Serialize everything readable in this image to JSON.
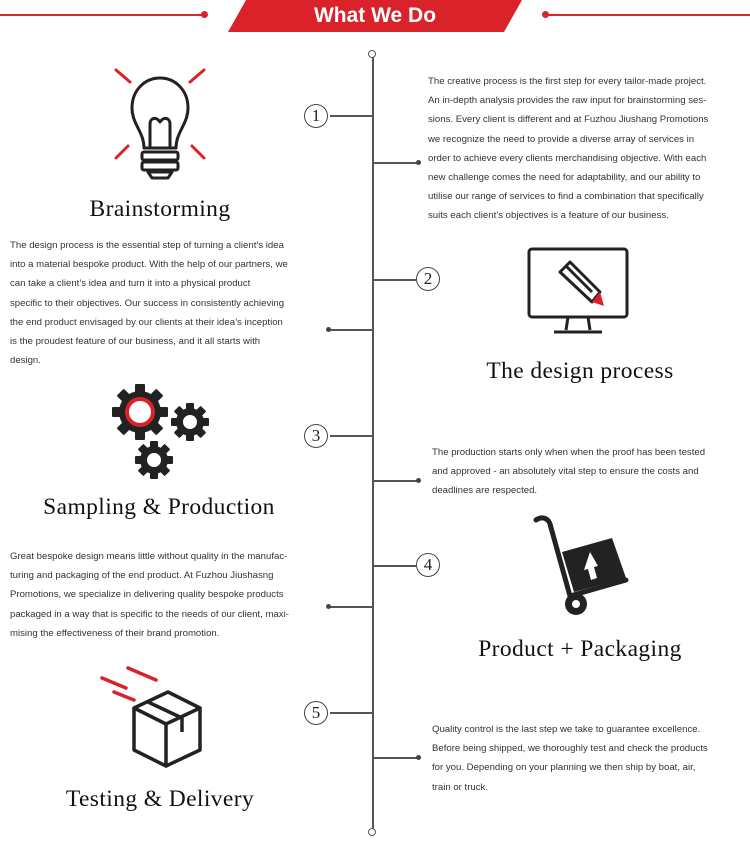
{
  "header": {
    "title": "What We Do"
  },
  "steps": [
    {
      "number": "1",
      "title": "Brainstorming",
      "icon": "lightbulb-icon",
      "lines": [
        "The creative process is the first step for every tailor-made project.",
        "An in-depth analysis provides the raw input for brainstorming ses-",
        "sions. Every client is different and at Fuzhou Jiushang Promotions",
        "we recognize the need to provide a diverse array of services in",
        "order to achieve every clients merchandising objective. With each",
        "new challenge comes the need for adaptability, and our ability to",
        "utilise our range of services to find a combination that specifically",
        "suits each client’s objectives is a feature of our business."
      ]
    },
    {
      "number": "2",
      "title": "The design process",
      "icon": "monitor-pencil-icon",
      "lines": [
        "The design process is the essential step of turning a client’s idea",
        "into a material bespoke product. With the help of our partners, we",
        "can take a client’s idea and turn it into a physical product",
        "specific to their objectives. Our success in consistently achieving",
        "the end product envisaged by our clients at their idea’s inception",
        "is the proudest feature of our business, and it all starts with",
        "design."
      ]
    },
    {
      "number": "3",
      "title": "Sampling & Production",
      "icon": "gears-icon",
      "lines": [
        "The production starts only when  when the proof has been tested",
        "and approved - an absolutely vital step to ensure the costs and",
        "deadlines are respected."
      ]
    },
    {
      "number": "4",
      "title": "Product + Packaging",
      "icon": "hand-truck-icon",
      "lines": [
        "Great bespoke design means little without quality in the manufac-",
        "turing and packaging of the end product. At Fuzhou Jiushasng",
        "Promotions, we specialize in delivering quality bespoke products",
        "packaged in a way that is specific to the needs of our client, maxi-",
        "mising the effectiveness of their brand promotion."
      ]
    },
    {
      "number": "5",
      "title": "Testing & Delivery",
      "icon": "box-delivery-icon",
      "lines": [
        "Quality control is the last step we take to guarantee excellence.",
        "Before being shipped, we thoroughly test and check the products",
        "for you. Depending on your planning we then ship by boat, air,",
        "train or truck."
      ]
    }
  ],
  "colors": {
    "accent": "#d9222a",
    "line": "#555555",
    "text": "#333333"
  }
}
